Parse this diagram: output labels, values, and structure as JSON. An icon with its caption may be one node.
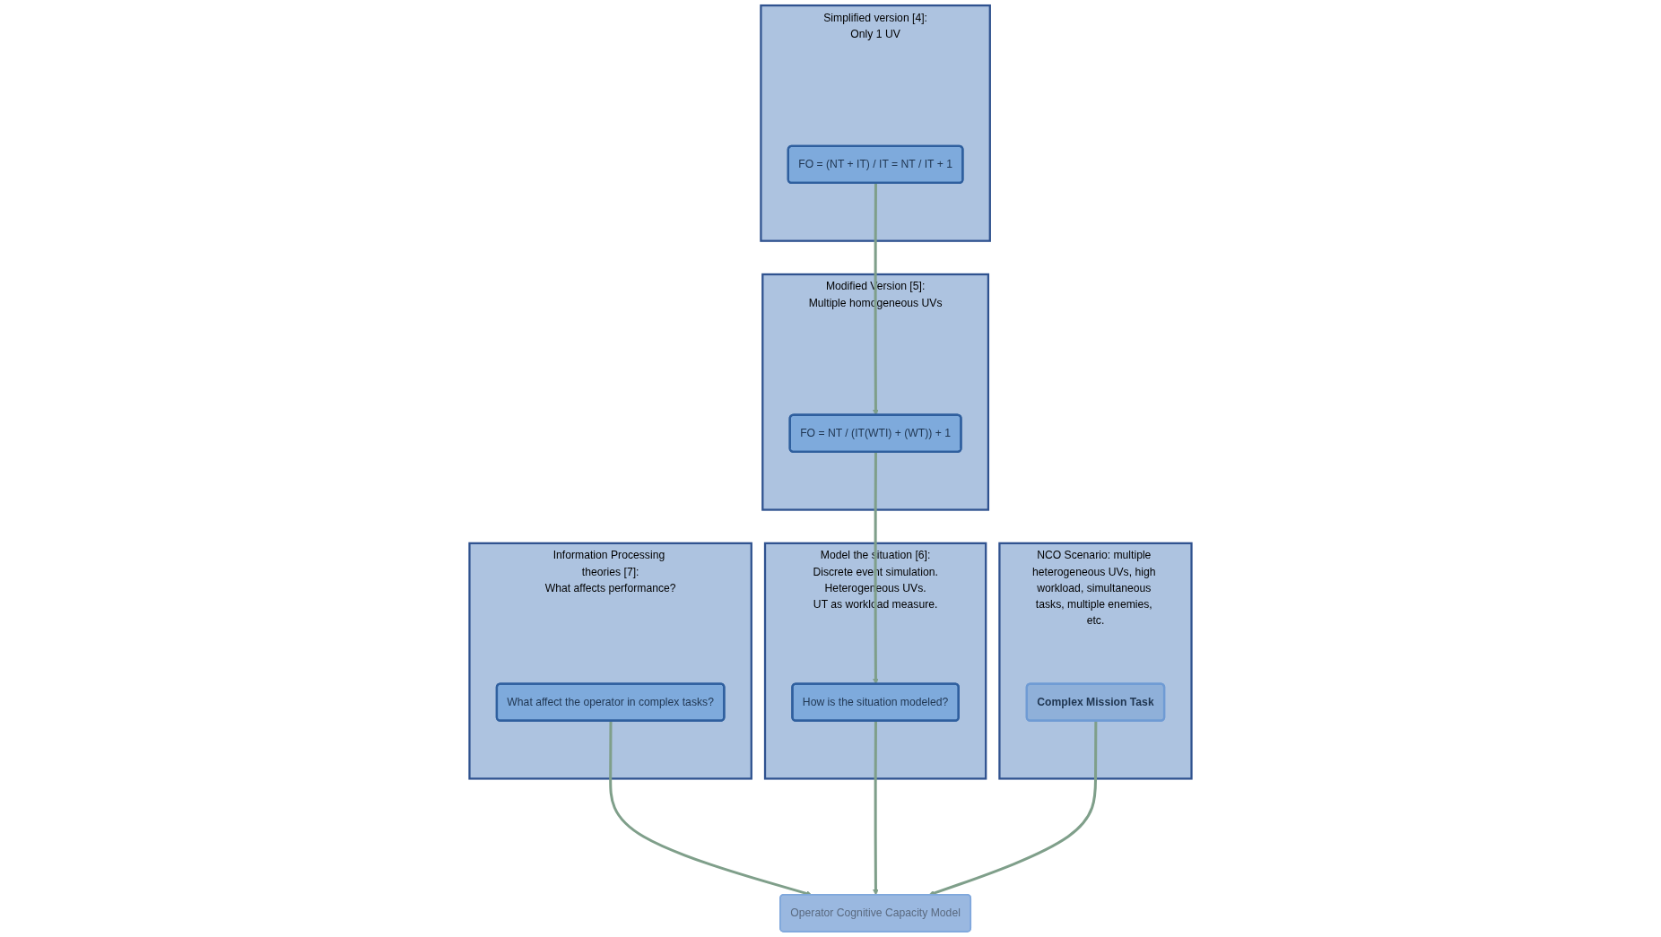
{
  "diagram": {
    "nodes": [
      {
        "text": [
          "Simplified version [4]:",
          "Only 1 UV"
        ]
      },
      {
        "text": [
          "FO = (NT + IT) / IT = NT / IT + 1"
        ],
        "in": 0
      },
      {
        "text": [
          "Modified Version [5]:",
          "Multiple homogeneous UVs"
        ]
      },
      {
        "text": [
          "FO = NT / (IT(WTI) + (WT)) + 1"
        ],
        "in": 2
      },
      {
        "text": [
          "Information Processing theories [7]:",
          "What affects performance?"
        ]
      },
      {
        "text": [
          "What affect the operator in complex tasks?"
        ],
        "in": 4
      },
      {
        "text": [
          "Model the situation [6]:",
          "Discrete event simulation.",
          "Heterogeneous UVs.",
          "UT as workload measure."
        ]
      },
      {
        "text": [
          "How is the situation modeled?"
        ],
        "in": 6
      },
      {
        "text": [
          "NCO Scenario: multiple heterogeneous UVs, high workload, simultaneous tasks, multiple enemies, etc."
        ]
      },
      {
        "text": [
          "Complex Mission Task"
        ],
        "in": 8
      },
      {
        "text": [
          "Operator Cognitive Capacity Model"
        ]
      }
    ],
    "edges": [
      {
        "from": 1,
        "to": 3,
        "arrow": "to"
      },
      {
        "from": 3,
        "to": 7,
        "arrow": "to"
      },
      {
        "from": 5,
        "to": 10,
        "arrow": "to"
      },
      {
        "from": 7,
        "to": 10,
        "arrow": "to"
      },
      {
        "from": 9,
        "to": 10,
        "arrow": "to"
      }
    ]
  }
}
